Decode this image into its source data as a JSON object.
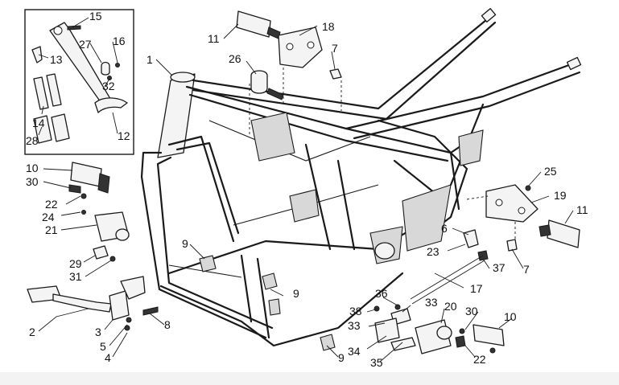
{
  "diagram": {
    "callouts": [
      "15",
      "27",
      "16",
      "13",
      "32",
      "14",
      "28",
      "12",
      "11",
      "18",
      "7",
      "26",
      "1",
      "10",
      "30",
      "22",
      "24",
      "21",
      "29",
      "31",
      "9",
      "25",
      "19",
      "11",
      "6",
      "23",
      "37",
      "7",
      "2",
      "3",
      "5",
      "4",
      "8",
      "9",
      "17",
      "36",
      "38",
      "33",
      "33",
      "20",
      "30",
      "10",
      "34",
      "35",
      "9",
      "22"
    ]
  }
}
